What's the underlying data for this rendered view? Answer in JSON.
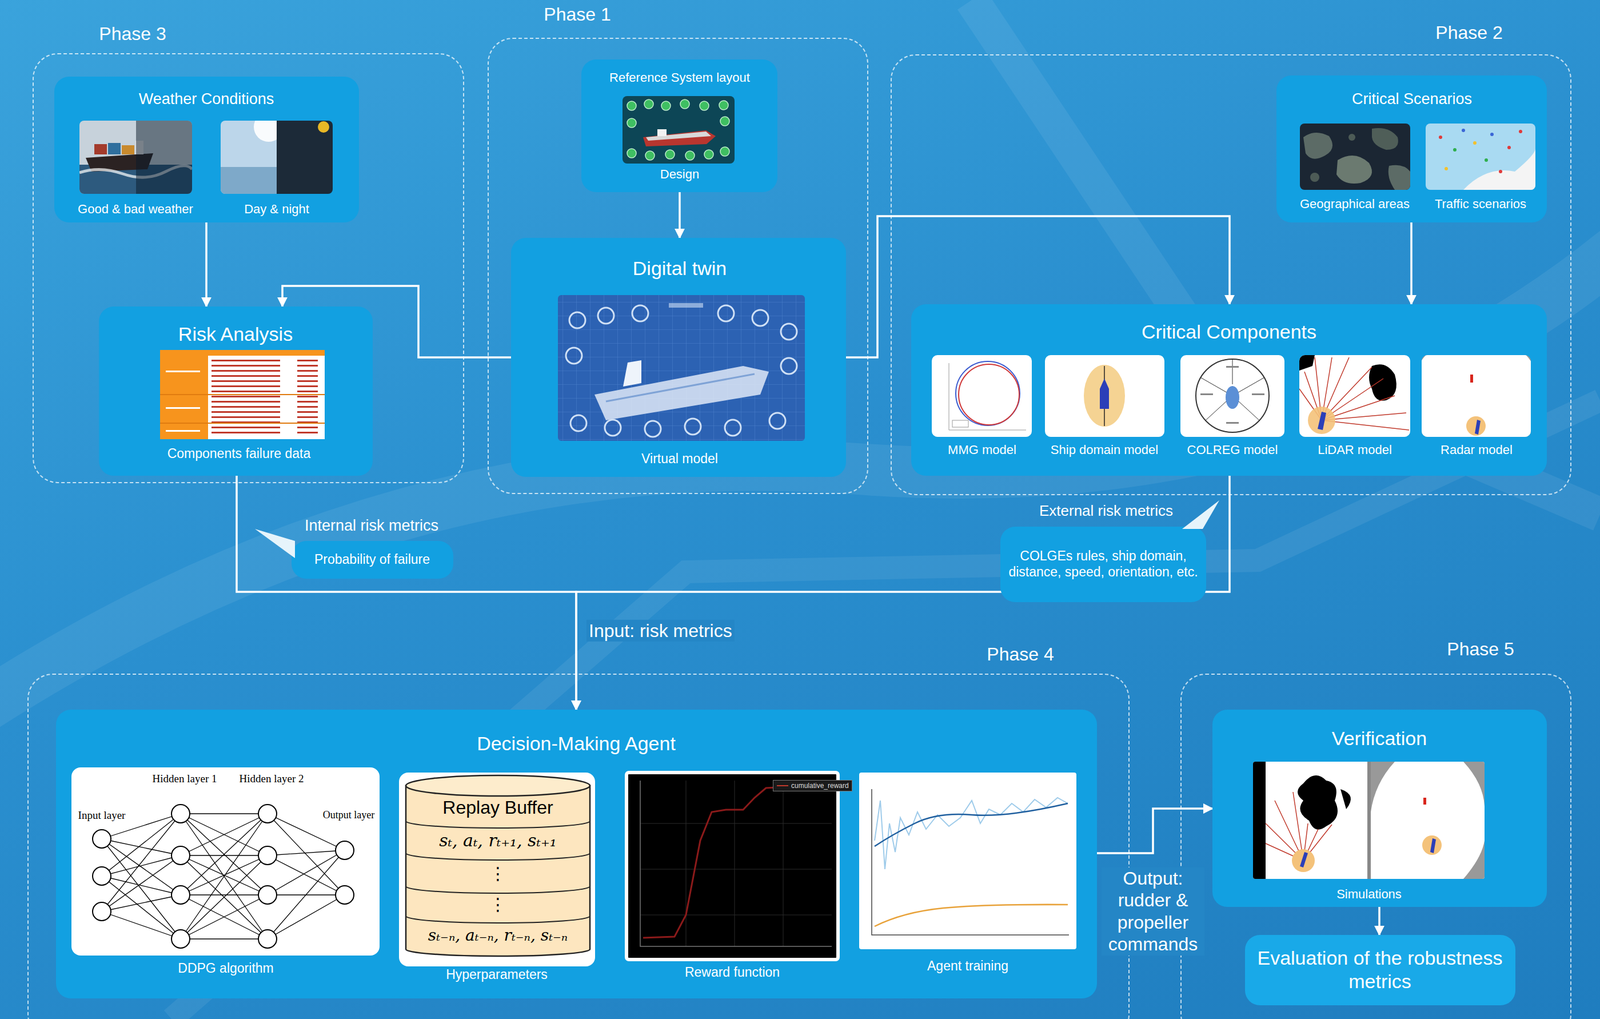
{
  "diagram": {
    "nodes": [
      {
        "text": [
          "Phase 3"
        ]
      },
      {
        "text": [
          "Weather Conditions",
          "Good & bad weather",
          "Day & night"
        ],
        "in": 0
      },
      {
        "text": [
          "Risk Analysis",
          "Components failure data"
        ],
        "in": 0
      },
      {
        "text": [
          "Phase 1"
        ]
      },
      {
        "text": [
          "Reference System layout",
          "Design"
        ],
        "in": 3
      },
      {
        "text": [
          "Digital twin",
          "Virtual model"
        ],
        "in": 3
      },
      {
        "text": [
          "Phase 2"
        ]
      },
      {
        "text": [
          "Critical Scenarios",
          "Geographical areas",
          "Traffic scenarios"
        ],
        "in": 6
      },
      {
        "text": [
          "Critical Components",
          "MMG model",
          "Ship domain model",
          "COLREG model",
          "LiDAR model",
          "Radar model"
        ],
        "in": 6
      },
      {
        "text": [
          "Internal risk metrics",
          "Probability of failure"
        ]
      },
      {
        "text": [
          "External risk metrics",
          "COLGEs rules, ship domain, distance, speed, orientation, etc."
        ]
      },
      {
        "text": [
          "Phase 4"
        ]
      },
      {
        "text": [
          "Decision-Making Agent",
          "DDPG algorithm",
          "Hyperparameters",
          "Reward function",
          "Agent training"
        ],
        "in": 11
      },
      {
        "text": [
          "Phase 5"
        ]
      },
      {
        "text": [
          "Verification",
          "Simulations"
        ],
        "in": 13
      },
      {
        "text": [
          "Evaluation of the robustness metrics"
        ],
        "in": 13
      }
    ],
    "edges": [
      {
        "from": 4,
        "to": 5,
        "arrow": "to"
      },
      {
        "from": 5,
        "to": 2,
        "arrow": "to"
      },
      {
        "from": 5,
        "to": 8,
        "arrow": "to"
      },
      {
        "from": 1,
        "to": 2,
        "arrow": "to"
      },
      {
        "from": 7,
        "to": 8,
        "arrow": "to"
      },
      {
        "from": 2,
        "to": 12,
        "arrow": "to",
        "label": "Input: risk metrics"
      },
      {
        "from": 8,
        "to": 12,
        "arrow": "to"
      },
      {
        "from": 12,
        "to": 14,
        "arrow": "to",
        "label": "Output: rudder & propeller commands"
      },
      {
        "from": 14,
        "to": 15,
        "arrow": "to"
      }
    ],
    "labels": [
      "Hidden layer 1",
      "Hidden layer 2",
      "Input layer",
      "Output layer",
      "Replay Buffer",
      "sₜ, aₜ, rₜ₊₁, sₜ₊₁",
      "⋮",
      "⋮",
      "sₜ₋ₙ, aₜ₋ₙ, rₜ₋ₙ, sₜ₋ₙ"
    ],
    "legend": [
      {
        "text": "cumulative_reward"
      }
    ]
  }
}
